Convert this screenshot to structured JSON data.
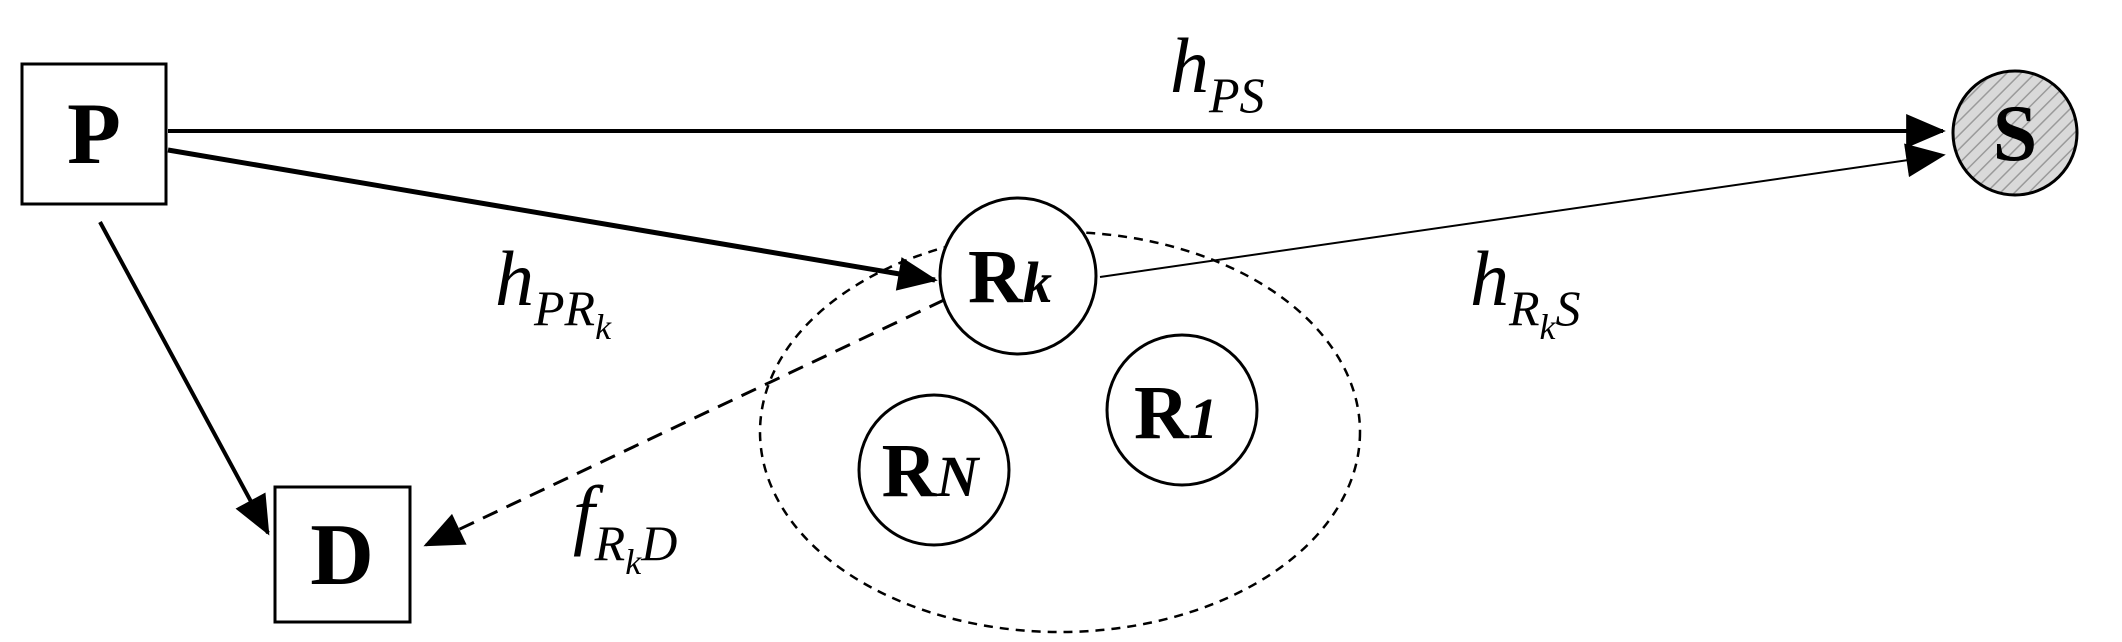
{
  "nodes": {
    "P": {
      "label": "P"
    },
    "D": {
      "label": "D"
    },
    "S": {
      "label": "S"
    },
    "Rk": {
      "label": "R",
      "sub": "k"
    },
    "R1": {
      "label": "R",
      "sub": "1"
    },
    "RN": {
      "label": "R",
      "sub": "N"
    }
  },
  "edges": {
    "h_PS": {
      "main": "h",
      "sub": "PS"
    },
    "h_PRk": {
      "main": "h",
      "sub": "PR",
      "subsub": "k"
    },
    "h_RkS": {
      "main": "h",
      "sub": "R",
      "subsub": "k",
      "tail": "S"
    },
    "f_RkD": {
      "main": "f",
      "sub": "R",
      "subsub": "k",
      "tail": "D"
    }
  },
  "colors": {
    "stroke": "#000000",
    "secondary_fill": "#d9d9d9",
    "background": "#ffffff"
  }
}
